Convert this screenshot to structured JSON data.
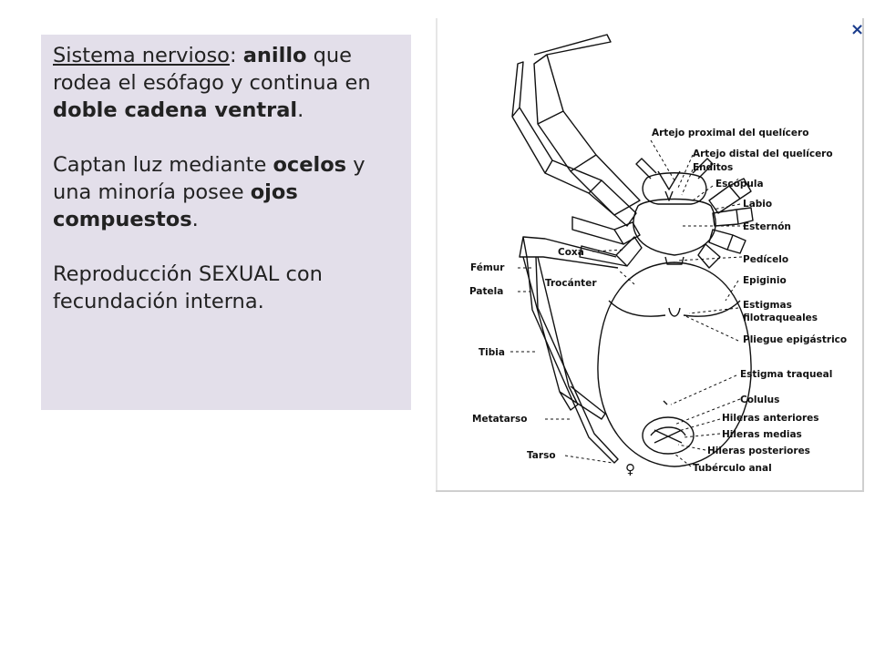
{
  "textbox": {
    "p1": {
      "a": "Sistema nervioso",
      "b": ": ",
      "c": "anillo",
      "d": " que rodea el esófago y continua en ",
      "e": "doble cadena ventral",
      "f": "."
    },
    "p2": {
      "a": "Captan luz mediante ",
      "b": "ocelos",
      "c": " y una minoría posee ",
      "d": "ojos compuestos",
      "e": "."
    },
    "p3": {
      "a": "Reproducción SEXUAL con fecundación interna."
    }
  },
  "close_glyph": "×",
  "labels": {
    "artejo_proximal": "Artejo proximal del quelícero",
    "artejo_distal": "Artejo distal del quelícero",
    "enditos": "Enditos",
    "escopula": "Escópula",
    "labio": "Labio",
    "esternon": "Esternón",
    "coxa": "Coxa",
    "pedicelo": "Pedícelo",
    "femur": "Fémur",
    "epiginio": "Epiginio",
    "trocanter": "Trocánter",
    "patela": "Patela",
    "estigmas_1": "Estigmas",
    "estigmas_2": "filotraqueales",
    "pliegue": "Pliegue epigástrico",
    "tibia": "Tibia",
    "estigma_traqueal": "Estigma traqueal",
    "colulus": "Colulus",
    "metatarso": "Metatarso",
    "hileras_anteriores": "Hileras anteriores",
    "hileras_medias": "Hileras medias",
    "hileras_posteriores": "Hileras posteriores",
    "tarso": "Tarso",
    "tuberculo": "Tubérculo anal",
    "female_symbol": "♀"
  },
  "colors": {
    "panel": "#e3dfea",
    "close": "#1a3c8c"
  }
}
